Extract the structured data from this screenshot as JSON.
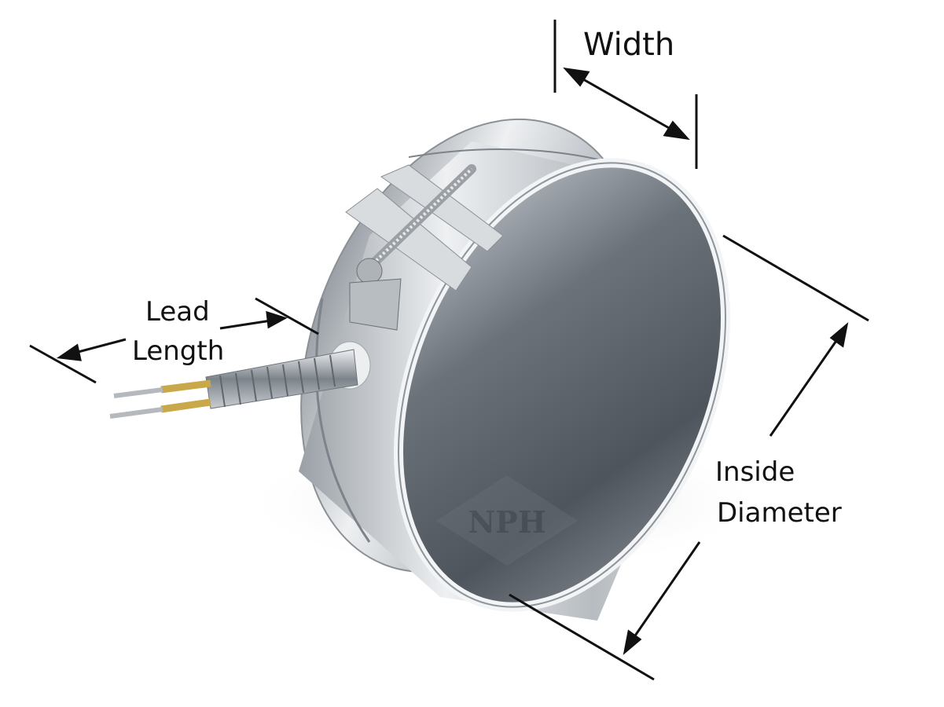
{
  "labels": {
    "width": "Width",
    "lead": "Lead",
    "length": "Length",
    "inside": "Inside",
    "diameter": "Diameter"
  },
  "logo": "NPH",
  "colors": {
    "ink": "#111111",
    "metal_light": "#e6e8ea",
    "metal_dark": "#5a6068",
    "wire_gold": "#c9a84a"
  }
}
